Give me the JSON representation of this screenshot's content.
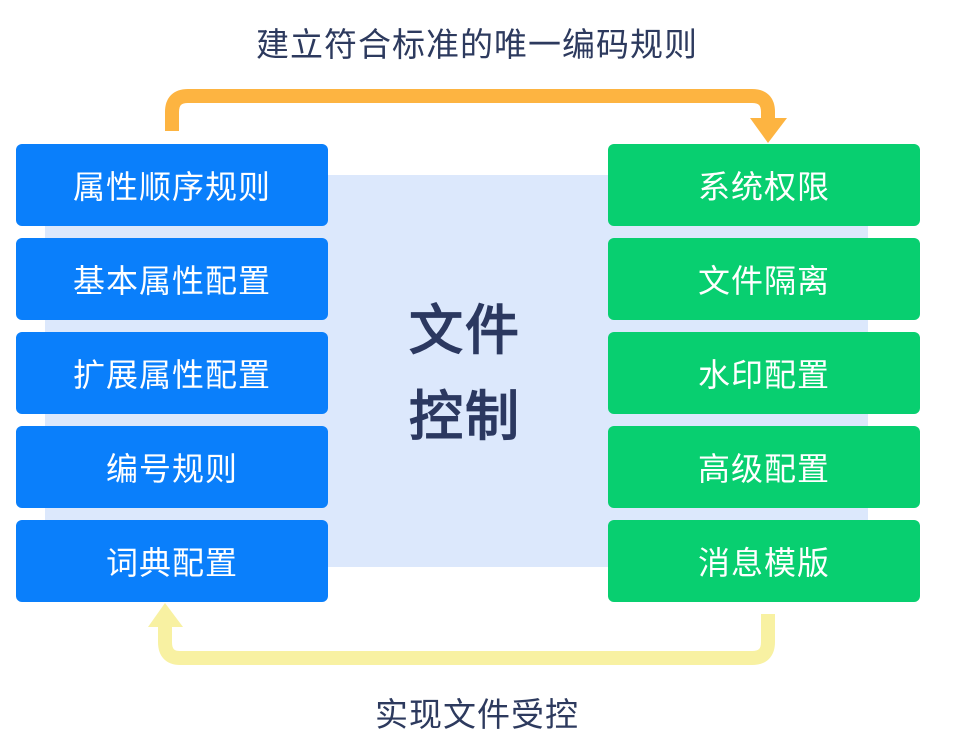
{
  "diagram": {
    "top_caption": "建立符合标准的唯一编码规则",
    "bottom_caption": "实现文件受控",
    "center": {
      "line1": "文件",
      "line2": "控制"
    },
    "left_column": {
      "items": [
        {
          "label": "属性顺序规则"
        },
        {
          "label": "基本属性配置"
        },
        {
          "label": "扩展属性配置"
        },
        {
          "label": "编号规则"
        },
        {
          "label": "词典配置"
        }
      ]
    },
    "right_column": {
      "items": [
        {
          "label": "系统权限"
        },
        {
          "label": "文件隔离"
        },
        {
          "label": "水印配置"
        },
        {
          "label": "高级配置"
        },
        {
          "label": "消息模版"
        }
      ]
    },
    "colors": {
      "left_box": "#0a7ffb",
      "right_box": "#08cf70",
      "panel": "#dce8fc",
      "top_arrow": "#fdb441",
      "bottom_arrow": "#f8f1a2",
      "text_dark": "#2d3a5e"
    }
  }
}
